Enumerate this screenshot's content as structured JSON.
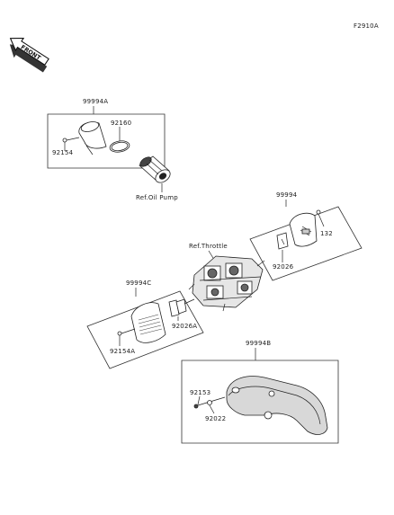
{
  "diagram_code": "F2910A",
  "front_badge": "FRONT",
  "labels": {
    "kit_a": "99994A",
    "part_92160": "92160",
    "part_92154": "92154",
    "ref_oil_pump": "Ref.Oil Pump",
    "kit_99994": "99994",
    "part_132": "132",
    "part_92026": "92026",
    "ref_throttle": "Ref.Throttle",
    "kit_c": "99994C",
    "part_92026a": "92026A",
    "part_92154a": "92154A",
    "kit_b": "99994B",
    "part_92153": "92153",
    "part_92022": "92022"
  }
}
